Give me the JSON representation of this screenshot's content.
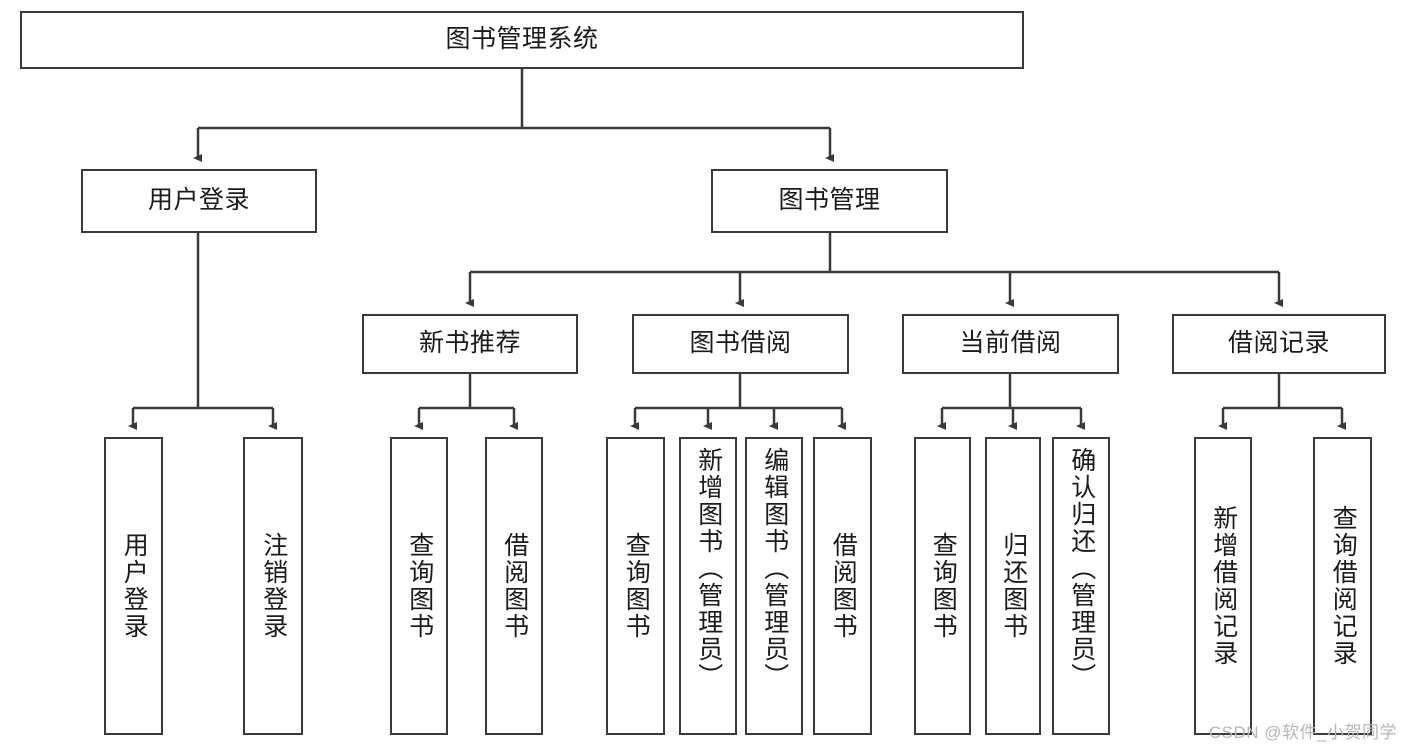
{
  "diagram": {
    "title": "图书管理系统",
    "type": "tree-hierarchy-chart",
    "root": {
      "label": "图书管理系统"
    },
    "level1": [
      {
        "label": "用户登录"
      },
      {
        "label": "图书管理"
      }
    ],
    "level2": [
      {
        "label": "新书推荐"
      },
      {
        "label": "图书借阅"
      },
      {
        "label": "当前借阅"
      },
      {
        "label": "借阅记录"
      }
    ],
    "leaves": [
      {
        "label": "用户登录",
        "parent": "用户登录"
      },
      {
        "label": "注销登录",
        "parent": "用户登录"
      },
      {
        "label": "查询图书",
        "parent": "新书推荐"
      },
      {
        "label": "借阅图书",
        "parent": "新书推荐"
      },
      {
        "label": "查询图书",
        "parent": "图书借阅"
      },
      {
        "label": "新增图书（管理员）",
        "parent": "图书借阅"
      },
      {
        "label": "编辑图书（管理员）",
        "parent": "图书借阅"
      },
      {
        "label": "借阅图书",
        "parent": "图书借阅"
      },
      {
        "label": "查询图书",
        "parent": "当前借阅"
      },
      {
        "label": "归还图书",
        "parent": "当前借阅"
      },
      {
        "label": "确认归还（管理员）",
        "parent": "当前借阅"
      },
      {
        "label": "新增借阅记录",
        "parent": "借阅记录"
      },
      {
        "label": "查询借阅记录",
        "parent": "借阅记录"
      }
    ]
  },
  "watermark": {
    "text": "CSDN @软件_小贺同学"
  },
  "colors": {
    "stroke": "#3a3a3a",
    "background": "#ffffff",
    "text": "#1b1b1b",
    "watermark": "#b6b6b6"
  }
}
